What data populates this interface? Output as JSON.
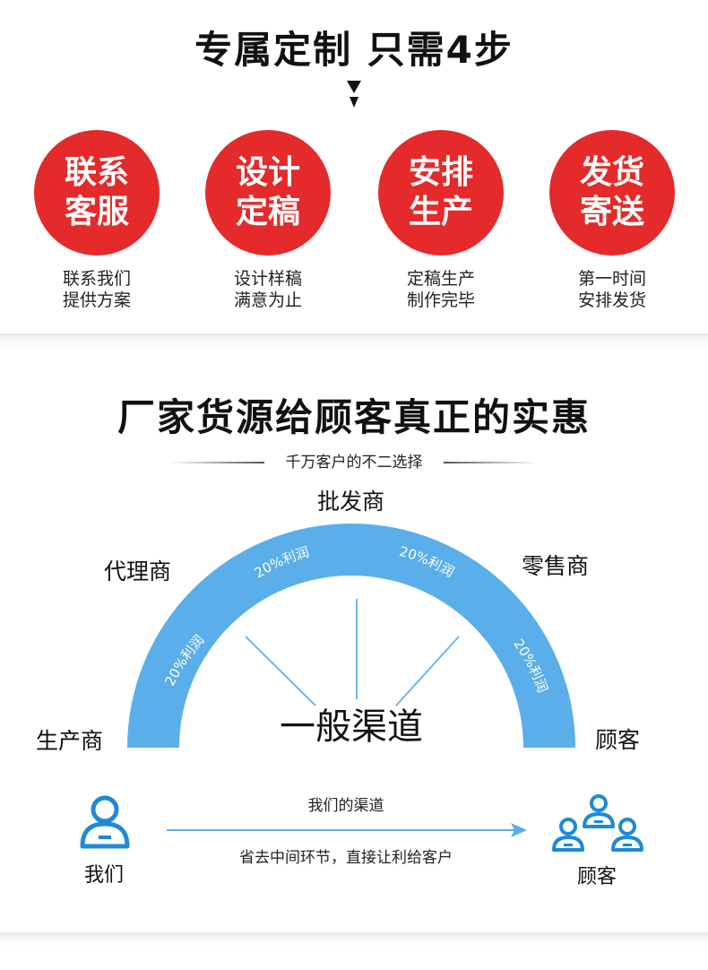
{
  "section1": {
    "title": "专属定制  只需4步",
    "steps": [
      {
        "circle_line1": "联系",
        "circle_line2": "客服",
        "desc_line1": "联系我们",
        "desc_line2": "提供方案"
      },
      {
        "circle_line1": "设计",
        "circle_line2": "定稿",
        "desc_line1": "设计样稿",
        "desc_line2": "满意为止"
      },
      {
        "circle_line1": "安排",
        "circle_line2": "生产",
        "desc_line1": "定稿生产",
        "desc_line2": "制作完毕"
      },
      {
        "circle_line1": "发货",
        "circle_line2": "寄送",
        "desc_line1": "第一时间",
        "desc_line2": "安排发货"
      }
    ],
    "accent_color": "#e42a2a"
  },
  "section2": {
    "title": "厂家货源给顾客真正的实惠",
    "subtitle": "千万客户的不二选择",
    "arch_color": "#5aaeea",
    "center_label": "一般渠道",
    "nodes": {
      "producer": "生产商",
      "agent": "代理商",
      "wholesaler": "批发商",
      "retailer": "零售商",
      "customer": "顾客"
    },
    "profit_labels": [
      "20%利润",
      "20%利润",
      "20%利润",
      "20%利润"
    ]
  },
  "bottom": {
    "left_person": "我们",
    "right_person": "顾客",
    "arrow_top": "我们的渠道",
    "arrow_bottom": "省去中间环节，直接让利给客户",
    "icon_color": "#1e8ad6"
  }
}
